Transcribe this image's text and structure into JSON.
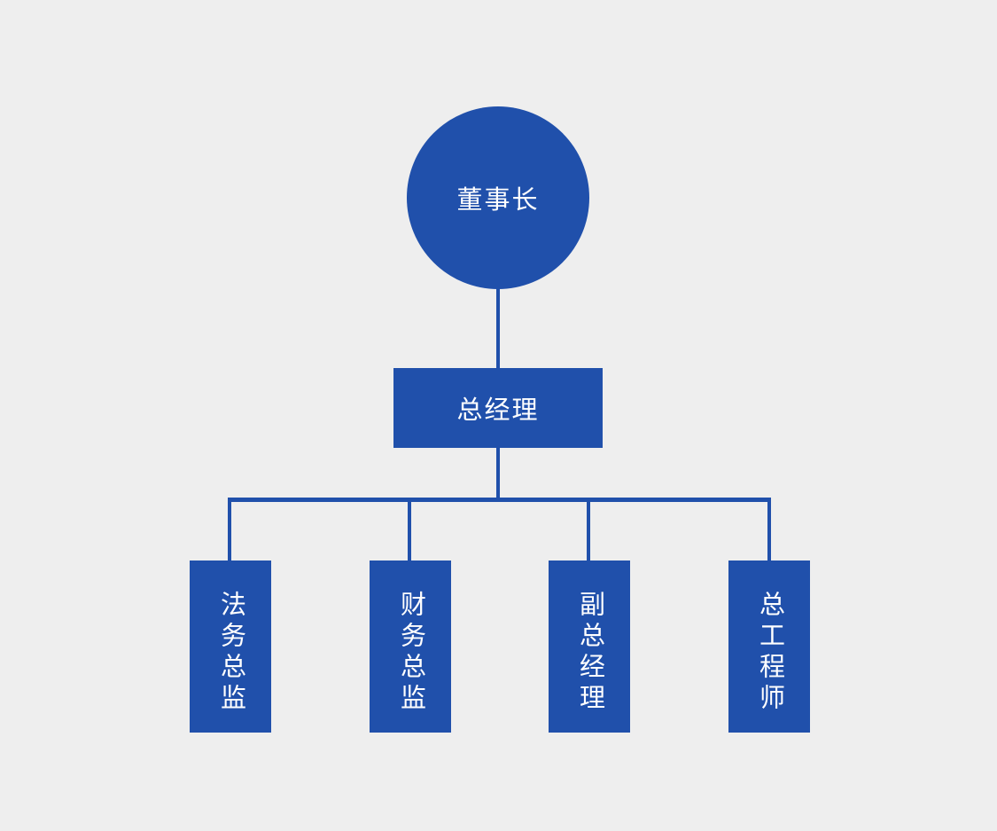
{
  "theme": {
    "background": "#eeeeee",
    "node_fill": "#2050ab",
    "node_text": "#ffffff",
    "connector": "#2050ab"
  },
  "chart": {
    "type": "org-chart",
    "root": {
      "label": "董事长",
      "shape": "circle"
    },
    "level2": {
      "label": "总经理",
      "shape": "rectangle"
    },
    "level3": [
      {
        "label": "法务总监",
        "shape": "rectangle",
        "orientation": "vertical"
      },
      {
        "label": "财务总监",
        "shape": "rectangle",
        "orientation": "vertical"
      },
      {
        "label": "副总经理",
        "shape": "rectangle",
        "orientation": "vertical"
      },
      {
        "label": "总工程师",
        "shape": "rectangle",
        "orientation": "vertical"
      }
    ]
  }
}
